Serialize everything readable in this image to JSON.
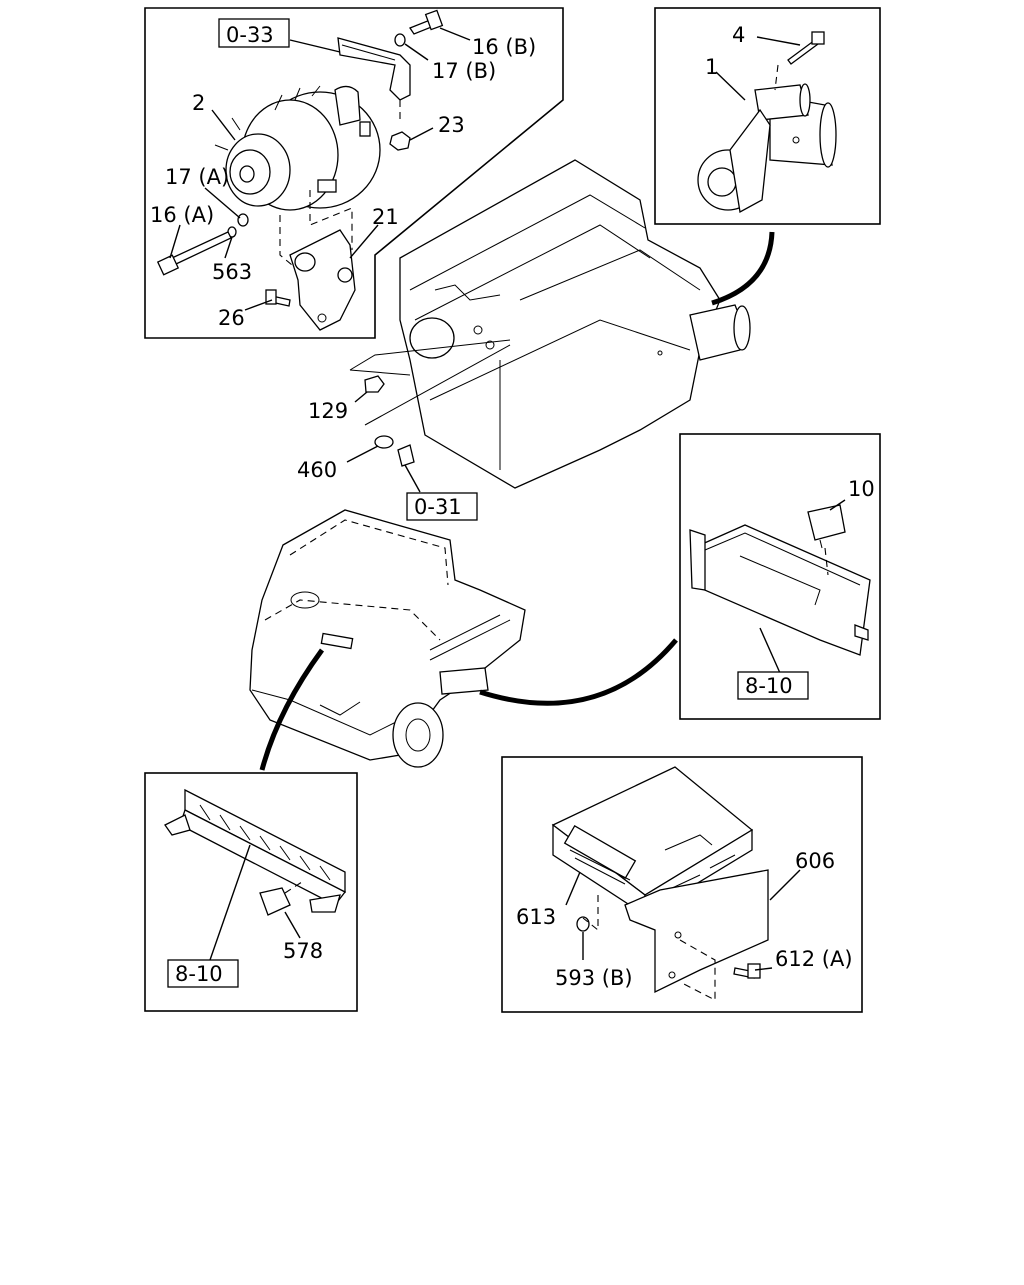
{
  "callouts": {
    "p_0_33": "0-33",
    "p_16b": "16 (B)",
    "p_17b": "17 (B)",
    "p_2": "2",
    "p_23": "23",
    "p_17a": "17 (A)",
    "p_16a": "16 (A)",
    "p_21": "21",
    "p_563": "563",
    "p_26": "26",
    "p_4": "4",
    "p_1": "1",
    "p_129": "129",
    "p_460": "460",
    "p_0_31": "0-31",
    "p_10": "10",
    "p_8_10_right": "8-10",
    "p_606": "606",
    "p_613": "613",
    "p_593b": "593 (B)",
    "p_612a": "612 (A)",
    "p_578": "578",
    "p_8_10_left": "8-10"
  }
}
